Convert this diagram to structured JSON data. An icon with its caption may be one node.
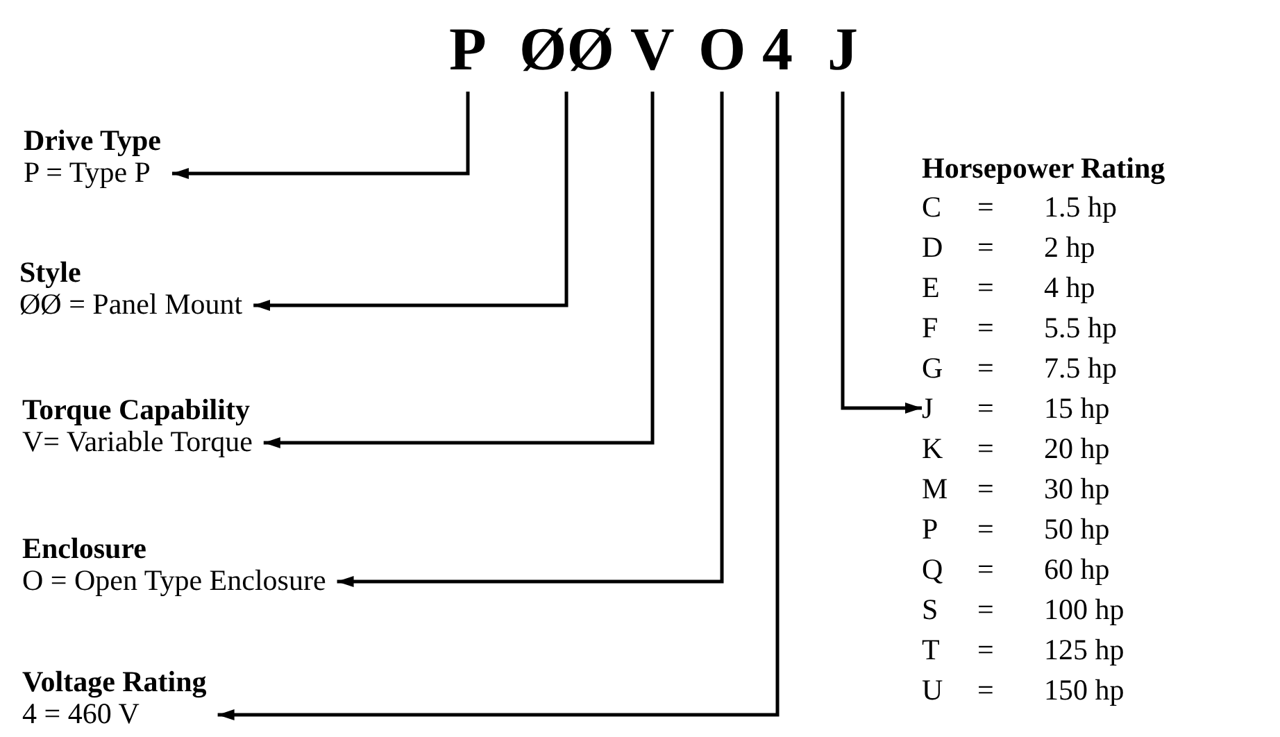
{
  "diagram": {
    "nodes": [
      {
        "text": [
          "P"
        ]
      },
      {
        "text": [
          "ØØ"
        ]
      },
      {
        "text": [
          "V"
        ]
      },
      {
        "text": [
          "O"
        ]
      },
      {
        "text": [
          "4"
        ]
      },
      {
        "text": [
          "J"
        ]
      },
      {
        "text": [
          "Drive Type",
          "P = Type P"
        ]
      },
      {
        "text": [
          "Style",
          "ØØ = Panel Mount"
        ]
      },
      {
        "text": [
          "Torque Capability",
          "V= Variable Torque"
        ]
      },
      {
        "text": [
          "Enclosure",
          "O = Open Type Enclosure"
        ]
      },
      {
        "text": [
          "Voltage Rating",
          "4 = 460 V"
        ]
      },
      {
        "text": [
          "Horsepower Rating"
        ]
      },
      {
        "text": [
          "C",
          "=",
          "1.5 hp"
        ],
        "in": 11
      },
      {
        "text": [
          "D",
          "=",
          "2 hp"
        ],
        "in": 11
      },
      {
        "text": [
          "E",
          "=",
          "4 hp"
        ],
        "in": 11
      },
      {
        "text": [
          "F",
          "=",
          "5.5 hp"
        ],
        "in": 11
      },
      {
        "text": [
          "G",
          "=",
          "7.5 hp"
        ],
        "in": 11
      },
      {
        "text": [
          "J",
          "=",
          "15 hp"
        ],
        "in": 11
      },
      {
        "text": [
          "K",
          "=",
          "20 hp"
        ],
        "in": 11
      },
      {
        "text": [
          "M",
          "=",
          "30 hp"
        ],
        "in": 11
      },
      {
        "text": [
          "P",
          "=",
          "50 hp"
        ],
        "in": 11
      },
      {
        "text": [
          "Q",
          "=",
          "60 hp"
        ],
        "in": 11
      },
      {
        "text": [
          "S",
          "=",
          "100 hp"
        ],
        "in": 11
      },
      {
        "text": [
          "T",
          "=",
          "125 hp"
        ],
        "in": 11
      },
      {
        "text": [
          "U",
          "=",
          "150 hp"
        ],
        "in": 11
      }
    ],
    "edges": [
      {
        "from": 0,
        "to": 6,
        "arrow": "to"
      },
      {
        "from": 1,
        "to": 7,
        "arrow": "to"
      },
      {
        "from": 2,
        "to": 8,
        "arrow": "to"
      },
      {
        "from": 3,
        "to": 9,
        "arrow": "to"
      },
      {
        "from": 4,
        "to": 10,
        "arrow": "to"
      },
      {
        "from": 5,
        "to": 17,
        "arrow": "to"
      }
    ]
  }
}
